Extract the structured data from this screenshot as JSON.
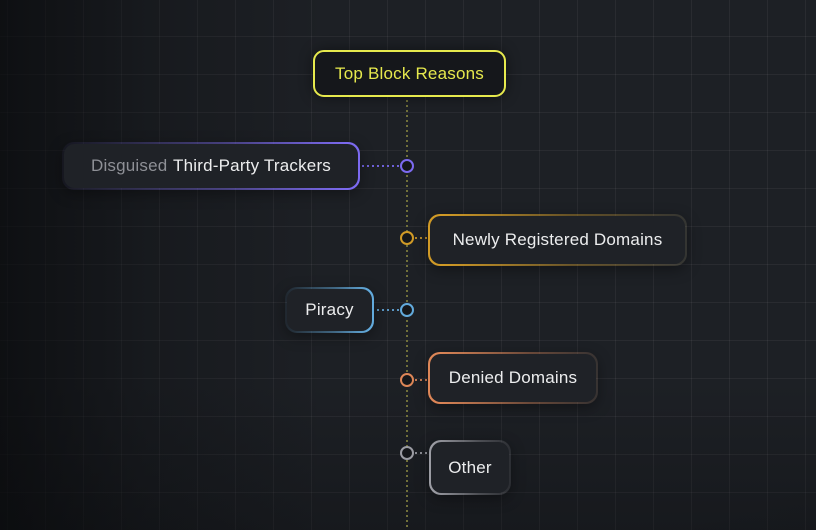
{
  "diagram": {
    "title": {
      "label": "Top Block Reasons",
      "accent_color": "#e6e94d"
    },
    "spine_color": "#70703a",
    "background_color": "#1d2025",
    "branches": [
      {
        "id": "disguised-third-party-trackers",
        "label_muted": "Disguised",
        "label_main": "Third-Party Trackers",
        "side": "left",
        "accent_color": "#7c6af0"
      },
      {
        "id": "newly-registered-domains",
        "label": "Newly Registered Domains",
        "side": "right",
        "accent_color": "#d09a26"
      },
      {
        "id": "piracy",
        "label": "Piracy",
        "side": "left",
        "accent_color": "#62aadc"
      },
      {
        "id": "denied-domains",
        "label": "Denied Domains",
        "side": "right",
        "accent_color": "#dd8657"
      },
      {
        "id": "other",
        "label": "Other",
        "side": "right",
        "accent_color": "#9b9ca3"
      }
    ]
  }
}
